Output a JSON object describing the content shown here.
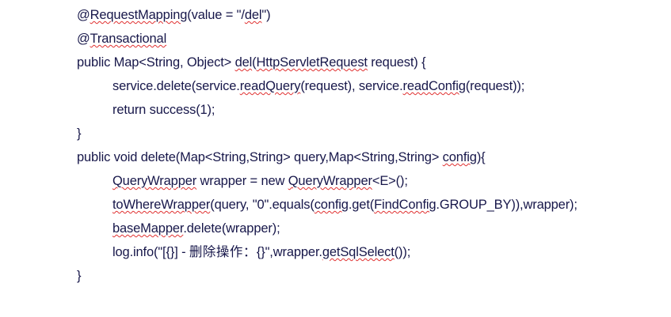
{
  "document": {
    "background_color": "#ffffff",
    "text_color": "#17174a",
    "spellcheck_underline_color": "#e03030",
    "language": "Java"
  },
  "code": {
    "lines": [
      {
        "indent": 0,
        "text": "@RequestMapping(value = \"/del\")",
        "segments": [
          {
            "t": "@",
            "u": false
          },
          {
            "t": "RequestMapping",
            "u": true
          },
          {
            "t": "(value = \"/",
            "u": false
          },
          {
            "t": "del",
            "u": true
          },
          {
            "t": "\")",
            "u": false
          }
        ]
      },
      {
        "indent": 0,
        "text": "@Transactional",
        "segments": [
          {
            "t": "@",
            "u": false
          },
          {
            "t": "Transactional",
            "u": true
          }
        ]
      },
      {
        "indent": 0,
        "text": "public Map<String, Object> del(HttpServletRequest request) {",
        "segments": [
          {
            "t": "public Map<String, Object> ",
            "u": false
          },
          {
            "t": "del",
            "u": true
          },
          {
            "t": "(",
            "u": false
          },
          {
            "t": "HttpServletRequest",
            "u": true
          },
          {
            "t": " request) {",
            "u": false
          }
        ]
      },
      {
        "indent": 1,
        "text": "service.delete(service.readQuery(request), service.readConfig(request));",
        "segments": [
          {
            "t": "service.delete(service.",
            "u": false
          },
          {
            "t": "readQuery",
            "u": true
          },
          {
            "t": "(request), service.",
            "u": false
          },
          {
            "t": "readConfig",
            "u": true
          },
          {
            "t": "(request));",
            "u": false
          }
        ]
      },
      {
        "indent": 1,
        "text": "return success(1);",
        "segments": [
          {
            "t": "return success(1);",
            "u": false
          }
        ]
      },
      {
        "indent": 0,
        "text": "}",
        "segments": [
          {
            "t": "}",
            "u": false
          }
        ]
      },
      {
        "indent": 0,
        "text": "public void delete(Map<String,String> query,Map<String,String> config){",
        "segments": [
          {
            "t": "public void delete(Map<String,String> query,Map<String,String> ",
            "u": false
          },
          {
            "t": "config",
            "u": true
          },
          {
            "t": "){",
            "u": false
          }
        ]
      },
      {
        "indent": 1,
        "text": "QueryWrapper wrapper = new QueryWrapper<E>();",
        "segments": [
          {
            "t": "QueryWrapper",
            "u": true
          },
          {
            "t": " wrapper = new ",
            "u": false
          },
          {
            "t": "QueryWrapper",
            "u": true
          },
          {
            "t": "<E>();",
            "u": false
          }
        ]
      },
      {
        "indent": 1,
        "text": "toWhereWrapper(query, \"0\".equals(config.get(FindConfig.GROUP_BY)),wrapper);",
        "segments": [
          {
            "t": "toWhereWrapper",
            "u": true
          },
          {
            "t": "(query, \"0\".equals(",
            "u": false
          },
          {
            "t": "config",
            "u": true
          },
          {
            "t": ".get(",
            "u": false
          },
          {
            "t": "FindConfig",
            "u": true
          },
          {
            "t": ".GROUP_BY)),wrapper);",
            "u": false
          }
        ]
      },
      {
        "indent": 1,
        "text": "baseMapper.delete(wrapper);",
        "segments": [
          {
            "t": "baseMapper",
            "u": true
          },
          {
            "t": ".delete(wrapper);",
            "u": false
          }
        ]
      },
      {
        "indent": 1,
        "text": "log.info(\"[{}] - 删除操作：{}\",wrapper.getSqlSelect());",
        "segments": [
          {
            "t": "log.info(\"[{}] - ",
            "u": false
          },
          {
            "t": "删除操作：",
            "u": false,
            "cjk": true
          },
          {
            "t": "{}\",wrapper.",
            "u": false
          },
          {
            "t": "getSqlSelect",
            "u": true
          },
          {
            "t": "());",
            "u": false
          }
        ]
      },
      {
        "indent": 0,
        "text": "}",
        "segments": [
          {
            "t": "}",
            "u": false
          }
        ]
      }
    ]
  }
}
